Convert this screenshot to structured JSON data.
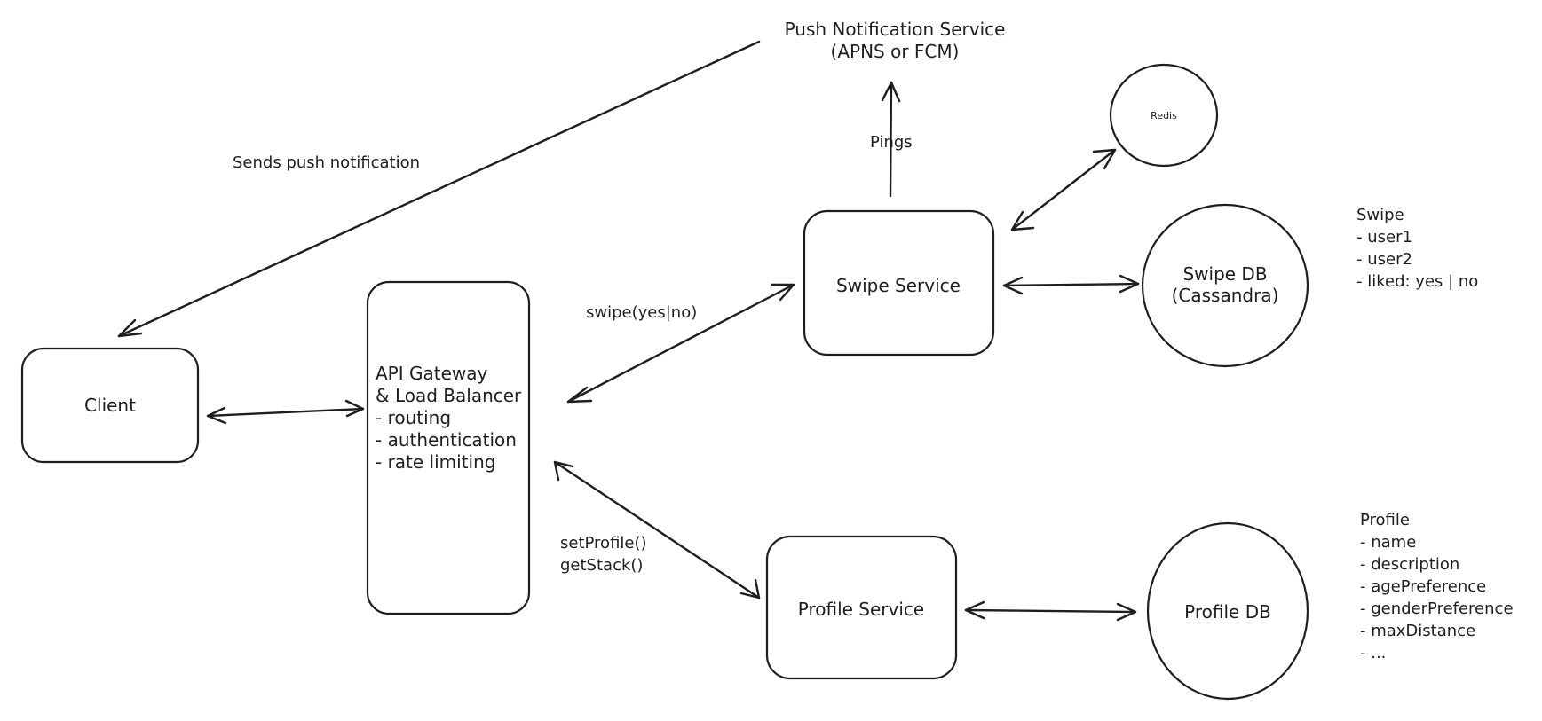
{
  "nodes": {
    "client": {
      "label": "Client"
    },
    "api_gateway": {
      "lines": [
        "API Gateway",
        "& Load Balancer",
        "- routing",
        "- authentication",
        "- rate limiting"
      ]
    },
    "swipe_service": {
      "label": "Swipe Service"
    },
    "profile_service": {
      "label": "Profile Service"
    },
    "redis": {
      "label": "Redis"
    },
    "swipe_db": {
      "lines": [
        "Swipe DB",
        "(Cassandra)"
      ]
    },
    "profile_db": {
      "label": "Profile DB"
    },
    "push_service": {
      "lines": [
        "Push Notification Service",
        "(APNS or FCM)"
      ]
    }
  },
  "edge_labels": {
    "sends_push": "Sends push notification",
    "pings": "Pings",
    "swipe_call": "swipe(yes|no)",
    "profile_calls": [
      "setProfile()",
      "getStack()"
    ]
  },
  "schemas": {
    "swipe": {
      "title": "Swipe",
      "fields": [
        "- user1",
        "- user2",
        "- liked: yes | no"
      ]
    },
    "profile": {
      "title": "Profile",
      "fields": [
        "- name",
        "- description",
        "- agePreference",
        "- genderPreference",
        "- maxDistance",
        "- ..."
      ]
    }
  }
}
